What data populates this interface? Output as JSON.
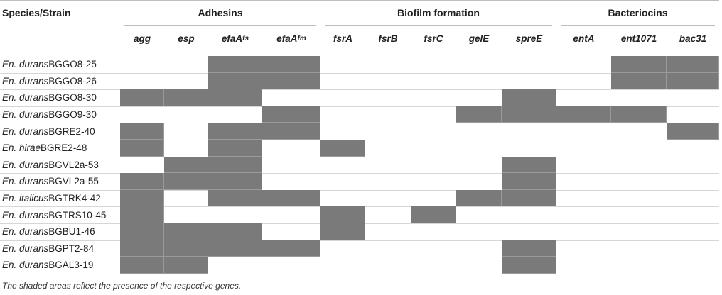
{
  "table": {
    "species_header": "Species/Strain",
    "groups": [
      {
        "label": "Adhesins",
        "start": 0,
        "end": 3
      },
      {
        "label": "Biofilm formation",
        "start": 4,
        "end": 8
      },
      {
        "label": "Bacteriocins",
        "start": 9,
        "end": 11
      }
    ],
    "genes": [
      {
        "name": "agg",
        "sup": ""
      },
      {
        "name": "esp",
        "sup": ""
      },
      {
        "name": "efaA",
        "sup": "fs"
      },
      {
        "name": "efaA",
        "sup": "fm"
      },
      {
        "name": "fsrA",
        "sup": ""
      },
      {
        "name": "fsrB",
        "sup": ""
      },
      {
        "name": "fsrC",
        "sup": ""
      },
      {
        "name": "gelE",
        "sup": ""
      },
      {
        "name": "spreE",
        "sup": ""
      },
      {
        "name": "entA",
        "sup": ""
      },
      {
        "name": "ent1071",
        "sup": ""
      },
      {
        "name": "bac31",
        "sup": ""
      }
    ],
    "rows": [
      {
        "species": "En. durans",
        "strain": "BGGO8-25",
        "present": [
          0,
          0,
          1,
          1,
          0,
          0,
          0,
          0,
          0,
          0,
          1,
          1
        ]
      },
      {
        "species": "En. durans",
        "strain": "BGGO8-26",
        "present": [
          0,
          0,
          1,
          1,
          0,
          0,
          0,
          0,
          0,
          0,
          1,
          1
        ]
      },
      {
        "species": "En. durans",
        "strain": "BGGO8-30",
        "present": [
          1,
          1,
          1,
          0,
          0,
          0,
          0,
          0,
          1,
          0,
          0,
          0
        ]
      },
      {
        "species": "En. durans",
        "strain": "BGGO9-30",
        "present": [
          0,
          0,
          0,
          1,
          0,
          0,
          0,
          1,
          1,
          1,
          1,
          0
        ]
      },
      {
        "species": "En. durans",
        "strain": "BGRE2-40",
        "present": [
          1,
          0,
          1,
          1,
          0,
          0,
          0,
          0,
          0,
          0,
          0,
          1
        ]
      },
      {
        "species": "En. hirae",
        "strain": "BGRE2-48",
        "present": [
          1,
          0,
          1,
          0,
          1,
          0,
          0,
          0,
          0,
          0,
          0,
          0
        ]
      },
      {
        "species": "En. durans",
        "strain": "BGVL2a-53",
        "present": [
          0,
          1,
          1,
          0,
          0,
          0,
          0,
          0,
          1,
          0,
          0,
          0
        ]
      },
      {
        "species": "En. durans",
        "strain": "BGVL2a-55",
        "present": [
          1,
          1,
          1,
          0,
          0,
          0,
          0,
          0,
          1,
          0,
          0,
          0
        ]
      },
      {
        "species": "En. italicus",
        "strain": "BGTRK4-42",
        "present": [
          1,
          0,
          1,
          1,
          0,
          0,
          0,
          1,
          1,
          0,
          0,
          0
        ]
      },
      {
        "species": "En. durans",
        "strain": "BGTRS10-45",
        "present": [
          1,
          0,
          0,
          0,
          1,
          0,
          1,
          0,
          0,
          0,
          0,
          0
        ]
      },
      {
        "species": "En. durans",
        "strain": "BGBU1-46",
        "present": [
          1,
          1,
          1,
          0,
          1,
          0,
          0,
          0,
          0,
          0,
          0,
          0
        ]
      },
      {
        "species": "En. durans",
        "strain": "BGPT2-84",
        "present": [
          1,
          1,
          1,
          1,
          0,
          0,
          0,
          0,
          1,
          0,
          0,
          0
        ]
      },
      {
        "species": "En. durans",
        "strain": "BGAL3-19",
        "present": [
          1,
          1,
          0,
          0,
          0,
          0,
          0,
          0,
          1,
          0,
          0,
          0
        ]
      }
    ]
  },
  "footnote": "The shaded areas reflect the presence of the respective genes.",
  "colors": {
    "shade": "#7a7a7a",
    "rule": "#bdbdbd"
  }
}
